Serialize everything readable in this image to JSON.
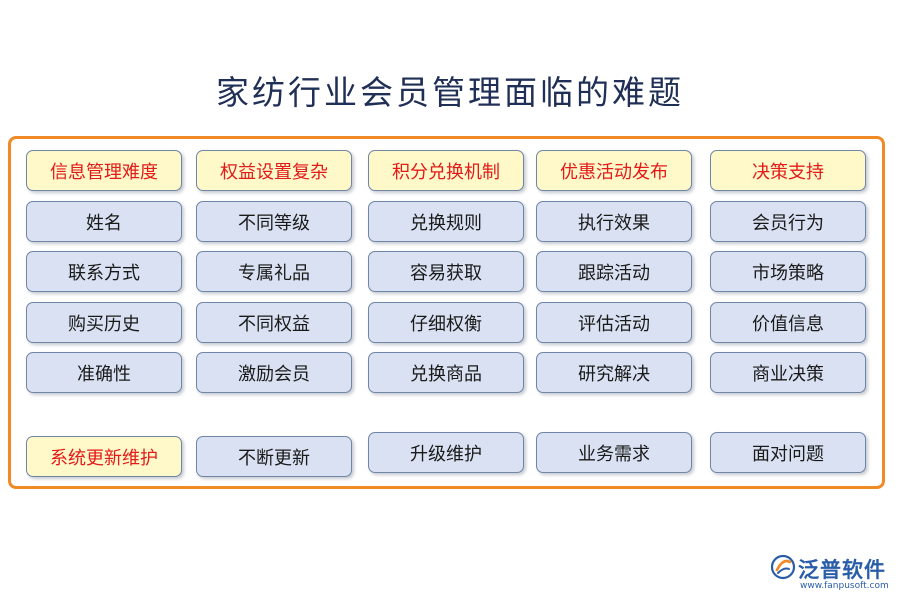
{
  "title": "家纺行业会员管理面临的难题",
  "columns": [
    {
      "header": "信息管理难度",
      "items": [
        "姓名",
        "联系方式",
        "购买历史",
        "准确性"
      ]
    },
    {
      "header": "权益设置复杂",
      "items": [
        "不同等级",
        "专属礼品",
        "不同权益",
        "激励会员"
      ]
    },
    {
      "header": "积分兑换机制",
      "items": [
        "兑换规则",
        "容易获取",
        "仔细权衡",
        "兑换商品"
      ]
    },
    {
      "header": "优惠活动发布",
      "items": [
        "执行效果",
        "跟踪活动",
        "评估活动",
        "研究解决"
      ]
    },
    {
      "header": "决策支持",
      "items": [
        "会员行为",
        "市场策略",
        "价值信息",
        "商业决策"
      ]
    }
  ],
  "bottom_row": {
    "header": "系统更新维护",
    "items": [
      "不断更新",
      "升级维护",
      "业务需求",
      "面对问题"
    ]
  },
  "brand": {
    "name": "泛普软件",
    "url": "www.fanpusoft.com",
    "icon": "fanpu-logo-icon"
  },
  "colors": {
    "title": "#1f2f56",
    "border": "#f08a24",
    "header_fill": "#fff8c9",
    "header_text": "#e21a1a",
    "item_fill": "#d9e1f2",
    "brand": "#2a5da8"
  }
}
